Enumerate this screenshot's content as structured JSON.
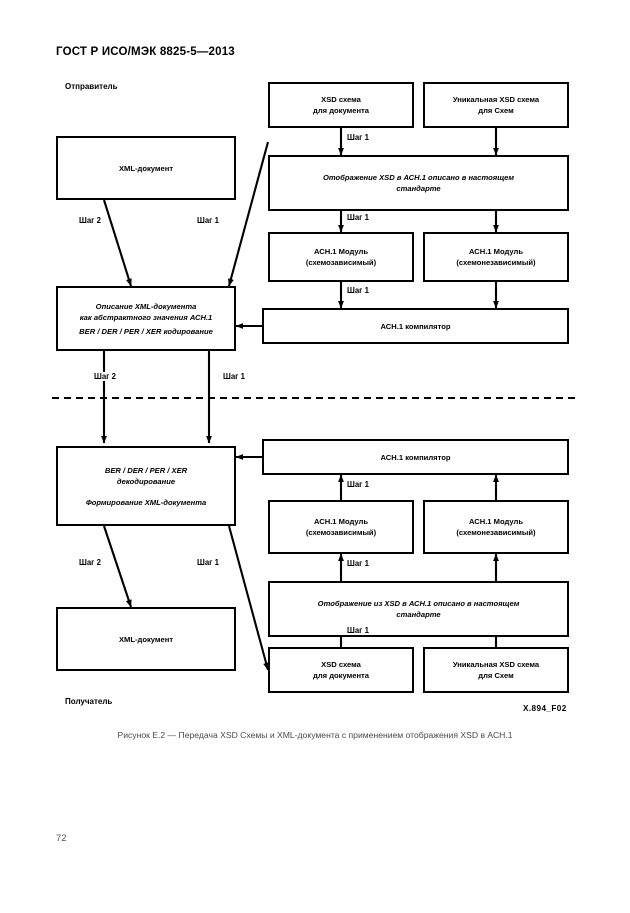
{
  "header": {
    "standard_title": "ГОСТ Р ИСО/МЭК 8825-5—2013"
  },
  "figure": {
    "sender_label": "Отправитель",
    "receiver_label": "Получатель",
    "figure_code": "X.894_F02",
    "boxes": {
      "xsd_schema_doc_top": {
        "line1": "XSD схема",
        "line2": "для документа"
      },
      "xsd_schema_unique_top": {
        "line1": "Уникальная XSD схема",
        "line2": "для Схем"
      },
      "mapping_top": {
        "line1": "Отображение XSD в АСН.1 описано в настоящем",
        "line2": "стандарте"
      },
      "asn1_module_dep_top": {
        "line1": "АСН.1 Модуль",
        "line2": "(схемозависимый)"
      },
      "asn1_module_indep_top": {
        "line1": "АСН.1 Модуль",
        "line2": "(схемонезависимый)"
      },
      "asn1_compiler_top": {
        "line1": "АСН.1 компилятор"
      },
      "xml_document_top": {
        "line1": "XML-документ"
      },
      "encoding_box": {
        "line1": "Описание XML-документа",
        "line2": "как абстрактного значения АСН.1",
        "line3": "BER / DER / PER / XER кодирование"
      },
      "decoding_box": {
        "line1": "BER / DER / PER / XER",
        "line2": "декодирование",
        "line3": "Формирование XML-документа"
      },
      "asn1_compiler_bottom": {
        "line1": "АСН.1 компилятор"
      },
      "asn1_module_dep_bottom": {
        "line1": "АСН.1 Модуль",
        "line2": "(схемозависимый)"
      },
      "asn1_module_indep_bottom": {
        "line1": "АСН.1 Модуль",
        "line2": "(схемонезависимый)"
      },
      "mapping_bottom": {
        "line1": "Отображение из XSD в АСН.1 описано в настоящем",
        "line2": "стандарте"
      },
      "xsd_schema_doc_bottom": {
        "line1": "XSD схема",
        "line2": "для документа"
      },
      "xsd_schema_unique_bottom": {
        "line1": "Уникальная XSD схема",
        "line2": "для Схем"
      },
      "xml_document_bottom": {
        "line1": "XML-документ"
      }
    },
    "step_labels": {
      "s1_top_right": "Шаг 1",
      "s1_map_to_module": "Шаг 1",
      "s1_module_to_compiler": "Шаг 1",
      "s2_left_upper": "Шаг 2",
      "s1_left_upper": "Шаг 1",
      "s2_mid": "Шаг 2",
      "s1_mid": "Шаг 1",
      "s1_compiler_to_module_bottom": "Шаг 1",
      "s1_module_to_map_bottom": "Шаг 1",
      "s1_schema_to_map_bottom": "Шаг 1",
      "s2_left_lower": "Шаг 2",
      "s1_left_lower": "Шаг 1"
    }
  },
  "caption": {
    "text": "Рисунок Е.2 — Передача XSD Схемы и XML-документа с применением отображения XSD в АСН.1"
  },
  "footer": {
    "page_number": "72"
  }
}
